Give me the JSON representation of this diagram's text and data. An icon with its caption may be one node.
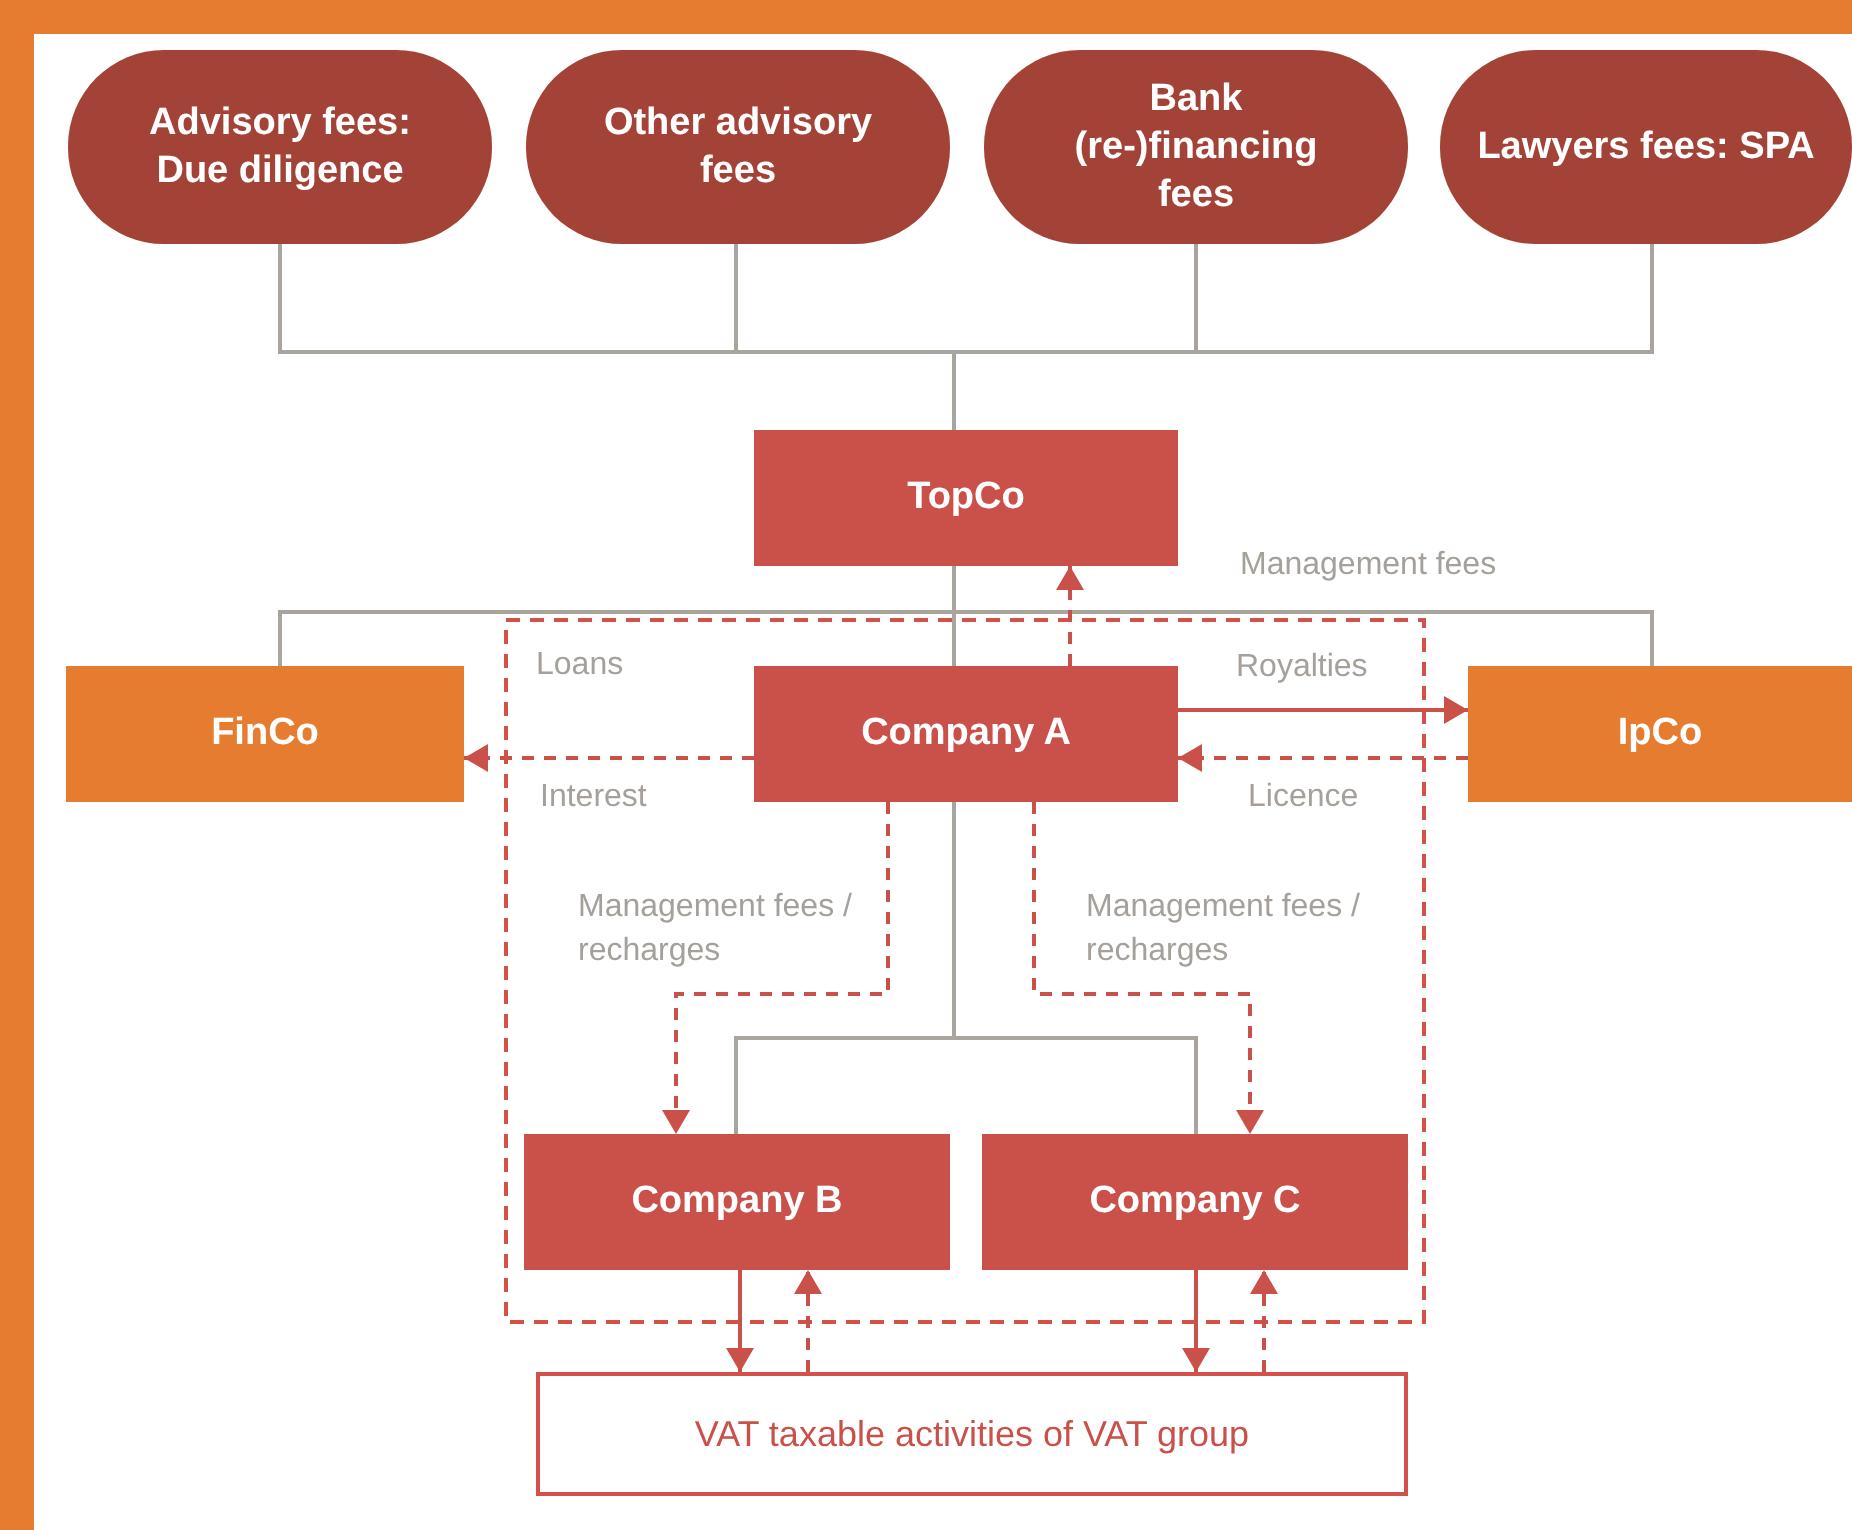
{
  "diagram": {
    "nodes": [
      {
        "text": [
          "Advisory fees: Due diligence"
        ]
      },
      {
        "text": [
          "Other advisory fees"
        ]
      },
      {
        "text": [
          "Bank (re-)financing fees"
        ]
      },
      {
        "text": [
          "Lawyers fees: SPA"
        ]
      },
      {
        "text": [
          "TopCo"
        ]
      },
      {
        "text": [
          "FinCo"
        ]
      },
      {
        "text": [
          "Company A"
        ]
      },
      {
        "text": [
          "IpCo"
        ]
      },
      {
        "text": [
          "Company B"
        ]
      },
      {
        "text": [
          "Company C"
        ]
      },
      {
        "text": [
          "VAT taxable activities of VAT group"
        ]
      }
    ],
    "edges": [
      {
        "from": 0,
        "to": 4,
        "arrow": "none",
        "color": "#aaa49e"
      },
      {
        "from": 1,
        "to": 4,
        "arrow": "none",
        "color": "#aaa49e"
      },
      {
        "from": 2,
        "to": 4,
        "arrow": "none",
        "color": "#aaa49e"
      },
      {
        "from": 3,
        "to": 4,
        "arrow": "none",
        "color": "#aaa49e"
      },
      {
        "from": 4,
        "to": 5,
        "arrow": "none",
        "color": "#aaa49e"
      },
      {
        "from": 4,
        "to": 6,
        "arrow": "none",
        "color": "#aaa49e"
      },
      {
        "from": 4,
        "to": 7,
        "arrow": "none",
        "color": "#aaa49e"
      },
      {
        "from": 6,
        "to": 8,
        "arrow": "none",
        "color": "#aaa49e"
      },
      {
        "from": 6,
        "to": 9,
        "arrow": "none",
        "color": "#aaa49e"
      },
      {
        "from": 6,
        "to": 4,
        "arrow": "to",
        "style": "dashed"
      },
      {
        "from": 6,
        "to": 5,
        "arrow": "to",
        "style": "dashed",
        "label": "Interest"
      },
      {
        "from": 6,
        "to": 7,
        "arrow": "to",
        "label": "Royalties"
      },
      {
        "from": 7,
        "to": 6,
        "arrow": "to",
        "style": "dashed",
        "label": "Licence"
      },
      {
        "from": 6,
        "to": 8,
        "arrow": "to",
        "style": "dashed",
        "label": "Management fees / recharges"
      },
      {
        "from": 6,
        "to": 9,
        "arrow": "to",
        "style": "dashed",
        "label": "Management fees / recharges"
      },
      {
        "from": 8,
        "to": 10,
        "arrow": "to"
      },
      {
        "from": 10,
        "to": 8,
        "arrow": "to",
        "style": "dashed"
      },
      {
        "from": 9,
        "to": 10,
        "arrow": "to"
      },
      {
        "from": 10,
        "to": 9,
        "arrow": "to",
        "style": "dashed"
      }
    ],
    "labels": [
      "Management fees",
      "Loans"
    ]
  }
}
